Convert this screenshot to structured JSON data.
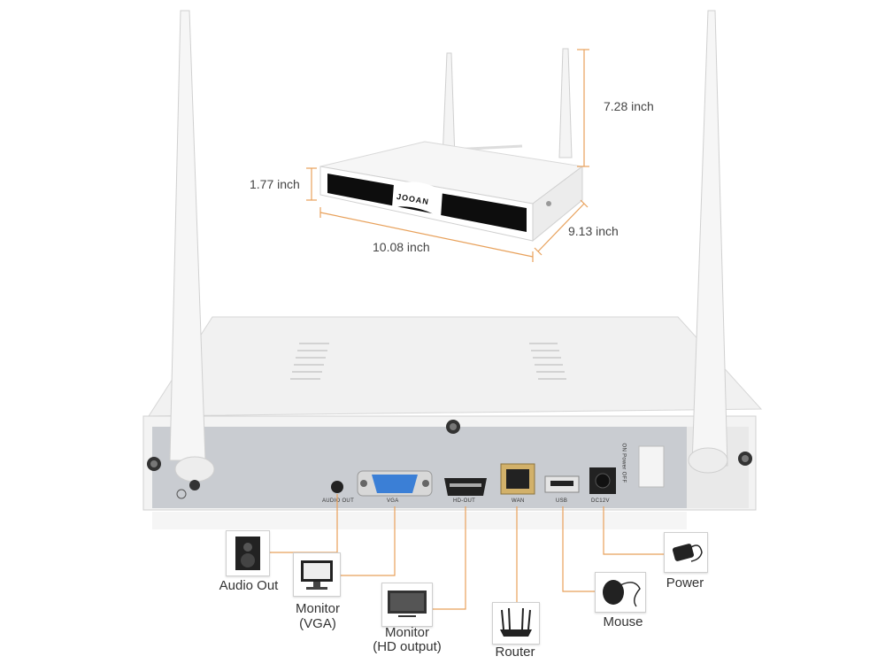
{
  "brand": "JOOAN",
  "dimensions": {
    "height": "7.28 inch",
    "thickness": "1.77 inch",
    "width": "10.08 inch",
    "depth": "9.13 inch"
  },
  "ports": {
    "audio_out": "AUDIO OUT",
    "vga": "VGA",
    "hd_out": "HD-OUT",
    "wan": "WAN",
    "usb": "USB",
    "dc": "DC12V",
    "switch": "ON  Power  OFF"
  },
  "connections": {
    "audio": "Audio Out",
    "monitor_vga_1": "Monitor",
    "monitor_vga_2": "(VGA)",
    "monitor_hd_1": "Monitor",
    "monitor_hd_2": "(HD output)",
    "router": "Router",
    "mouse": "Mouse",
    "power": "Power"
  },
  "colors": {
    "accent_line": "#e8a15b",
    "vga_port": "#3b7fd6",
    "chassis": "#f2f2f2",
    "panel": "#c9ccd1"
  }
}
